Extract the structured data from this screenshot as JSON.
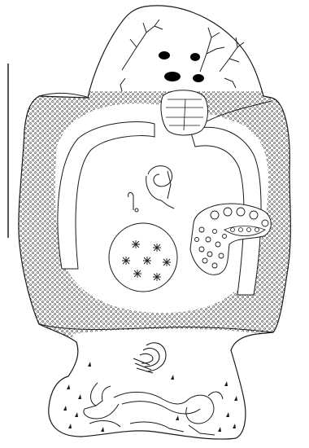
{
  "figure": {
    "background": "#ffffff",
    "stroke_color": "#1a1a1a",
    "fill_dark": "#000000",
    "parts": [
      "scale-bar",
      "body-outline",
      "eye-spots",
      "branching-sensory-nerves",
      "pharynx",
      "vitellarium-band",
      "intestinal-loop",
      "seminal-vesicle",
      "small-hooked-structure",
      "ovary",
      "testis-follicles",
      "egg-clusters",
      "copulatory-organ",
      "posterior-lobes",
      "posterior-glands",
      "spines"
    ]
  }
}
